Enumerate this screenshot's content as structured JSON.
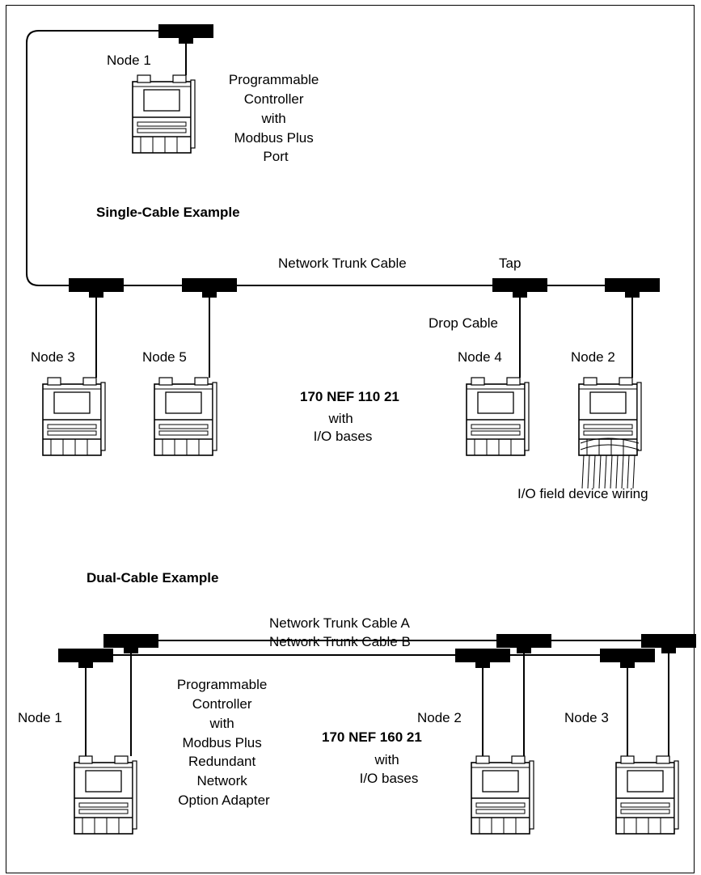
{
  "single": {
    "title": "Single-Cable Example",
    "trunk_label": "Network Trunk Cable",
    "tap_label": "Tap",
    "drop_label": "Drop Cable",
    "node1_label": "Node 1",
    "node3_label": "Node 3",
    "node5_label": "Node 5",
    "node4_label": "Node 4",
    "node2_label": "Node 2",
    "controller_desc": [
      "Programmable",
      "Controller",
      "with",
      "Modbus Plus",
      "Port"
    ],
    "module_model": "170 NEF 110 21",
    "module_desc": [
      "with",
      "I/O bases"
    ],
    "wiring_label": "I/O field device wiring"
  },
  "dual": {
    "title": "Dual-Cable Example",
    "trunk_a_label": "Network Trunk Cable A",
    "trunk_b_label": "Network Trunk Cable B",
    "node1_label": "Node 1",
    "node2_label": "Node 2",
    "node3_label": "Node 3",
    "controller_desc": [
      "Programmable",
      "Controller",
      "with",
      "Modbus Plus",
      "Redundant",
      "Network",
      "Option Adapter"
    ],
    "module_model": "170 NEF 160 21",
    "module_desc": [
      "with",
      "I/O bases"
    ]
  }
}
